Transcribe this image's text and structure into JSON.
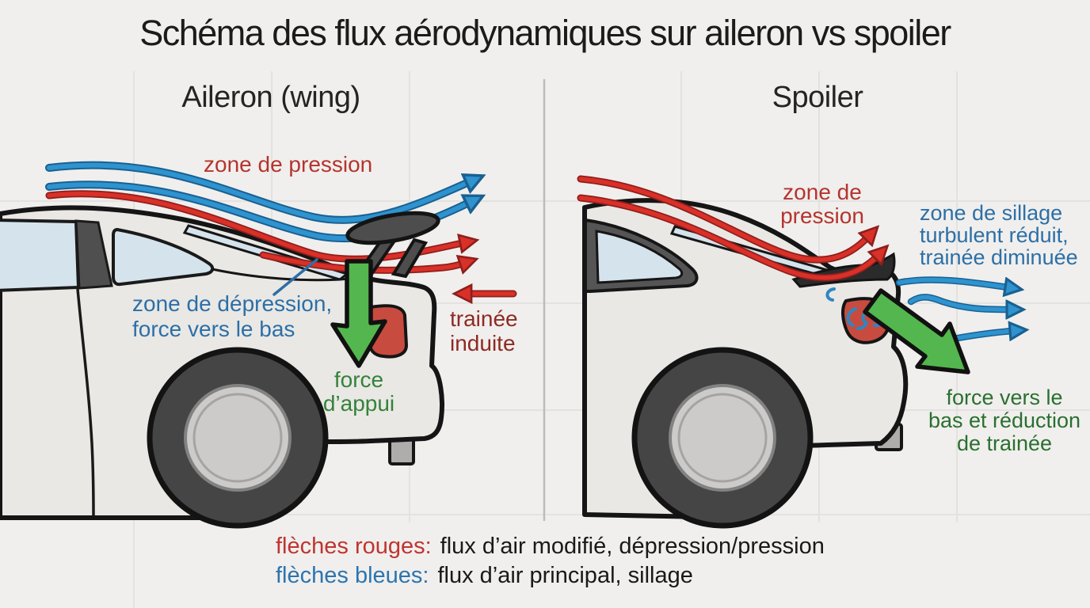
{
  "title": "Schéma des flux aérodynamiques sur aileron vs spoiler",
  "panels": {
    "left": {
      "title": "Aileron (wing)",
      "labels": {
        "pressure": "zone de pression",
        "depression_line1": "zone de dépression,",
        "depression_line2": "force vers le bas",
        "drag_line1": "trainée",
        "drag_line2": "induite",
        "downforce_line1": "force",
        "downforce_line2": "d’appui"
      }
    },
    "right": {
      "title": "Spoiler",
      "labels": {
        "pressure_line1": "zone de",
        "pressure_line2": "pression",
        "wake_line1": "zone de sillage",
        "wake_line2": "turbulent réduit,",
        "wake_line3": "trainée diminuée",
        "force_line1": "force vers le",
        "force_line2": "bas et réduction",
        "force_line3": "de trainée"
      }
    }
  },
  "legend": {
    "red_term": "flèches rouges:",
    "red_desc": "flux d’air modifié, dépression/pression",
    "blue_term": "flèches bleues:",
    "blue_desc": "flux d’air principal, sillage"
  },
  "colors": {
    "background": "#f0efed",
    "blue_arrow": "#2e93cf",
    "blue_arrow_outline": "#1a6091",
    "red_arrow": "#d93028",
    "red_arrow_outline": "#8e1f1c",
    "green_arrow": "#54b64e",
    "red_text": "#b5342e",
    "dark_red_text": "#8e2a23",
    "blue_text": "#2d6fa6",
    "green_text_left": "#35823a",
    "green_text_right": "#2b6f30",
    "legend_red": "#c03430",
    "legend_blue": "#2d74ae",
    "car_body": "#e9e8e5",
    "glass": "#d5e3ec",
    "title_text": "#1b1b1b"
  }
}
